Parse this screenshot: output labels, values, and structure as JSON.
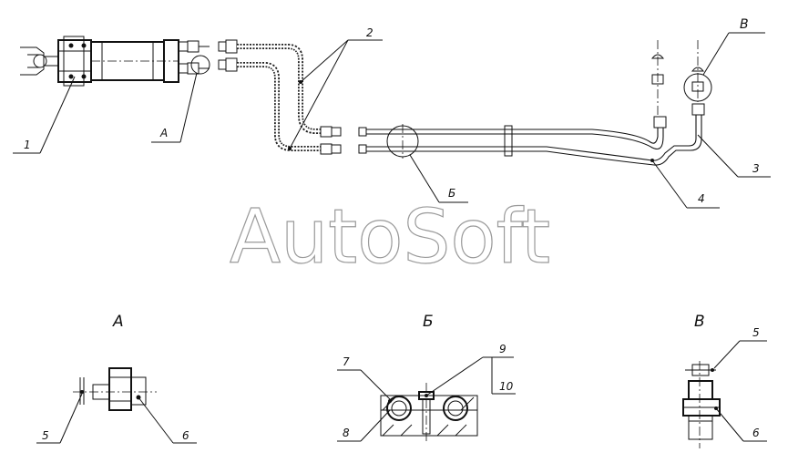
{
  "watermark": "AutoSoft",
  "callouts": {
    "c1": "1",
    "c2": "2",
    "c3": "3",
    "c4": "4",
    "cA": "А",
    "cB": "Б",
    "cV": "В"
  },
  "views": {
    "A": {
      "title": "А",
      "labels": [
        "5",
        "6"
      ]
    },
    "B": {
      "title": "Б",
      "labels": [
        "7",
        "8",
        "9",
        "10"
      ]
    },
    "V": {
      "title": "В",
      "labels": [
        "5",
        "6"
      ]
    }
  }
}
